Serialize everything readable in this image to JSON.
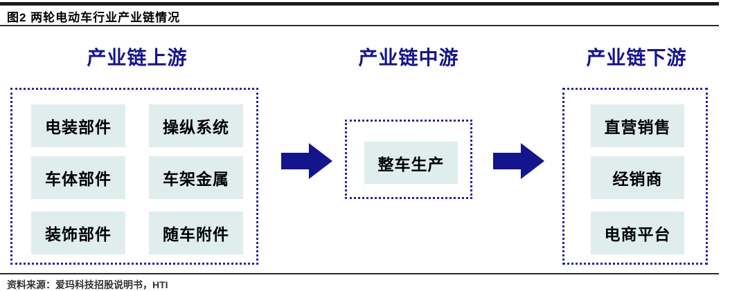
{
  "figure": {
    "title": "图2  两轮电动车行业产业链情况",
    "source": "资料来源：爱玛科技招股说明书，HTI"
  },
  "colors": {
    "accent_navy": "#14148C",
    "dotted_border_navy": "#2424A0",
    "node_fill": "#DFEEED",
    "rule_black": "#1A1A1A"
  },
  "columns": [
    {
      "header": "产业链上游",
      "items": [
        "电装部件",
        "操纵系统",
        "车体部件",
        "车架金属",
        "装饰部件",
        "随车附件"
      ]
    },
    {
      "header": "产业链中游",
      "items": [
        "整车生产"
      ]
    },
    {
      "header": "产业链下游",
      "items": [
        "直营销售",
        "经销商",
        "电商平台"
      ]
    }
  ],
  "arrows": {
    "upstream_to_midstream": "right-arrow",
    "midstream_to_downstream": "right-arrow"
  }
}
